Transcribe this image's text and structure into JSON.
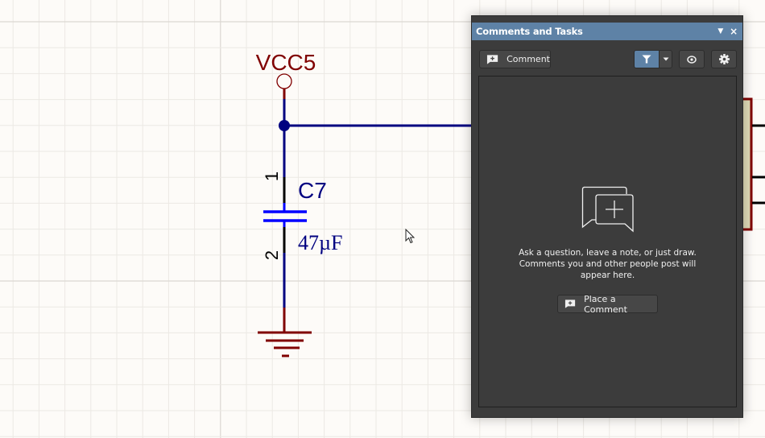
{
  "schematic": {
    "power_port": {
      "net_label": "VCC5"
    },
    "capacitor": {
      "designator": "C7",
      "value": "47µF",
      "pin1": "1",
      "pin2": "2"
    },
    "colors": {
      "background": "#fdfbf8",
      "grid": "#ece9e4",
      "grid_major": "#dcd8d2",
      "wire": "#000080",
      "power": "#800000",
      "component": "#0000ff",
      "pin": "#000000",
      "part_fill": "#e0dcb8"
    }
  },
  "panel": {
    "title": "Comments and Tasks",
    "title_icons": [
      "dropdown-icon",
      "close-icon"
    ],
    "toolbar": {
      "comment_label": "Comment",
      "filter_icon": "filter-icon",
      "eye_icon": "eye-icon",
      "settings_icon": "gear-icon"
    },
    "empty_state": {
      "line1": "Ask a question, leave a note, or just draw.",
      "line2": "Comments you and other people post will",
      "line3": "appear here.",
      "button_label": "Place a Comment"
    },
    "colors": {
      "title_bg": "#5e82a6",
      "body_bg": "#3c3c3c",
      "button_bg": "#474747",
      "accent": "#5e82a6"
    }
  }
}
